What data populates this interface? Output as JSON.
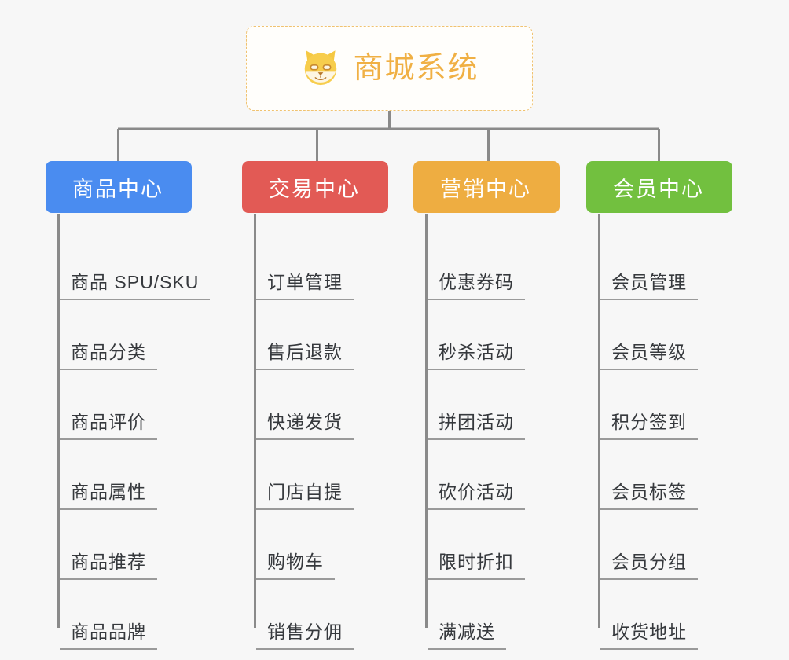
{
  "root": {
    "title": "商城系统",
    "icon": "shiba-dog-face-icon",
    "border_color": "#f0c270",
    "text_color": "#f0b044"
  },
  "canvas": {
    "background": "#f7f7f7",
    "connector_color": "#8a8a8a",
    "leaf_underline_color": "#9a9a9a"
  },
  "columns": [
    {
      "id": "product-center",
      "title": "商品中心",
      "color": "#4a8cf0",
      "items": [
        {
          "label": "商品 SPU/SKU"
        },
        {
          "label": "商品分类"
        },
        {
          "label": "商品评价"
        },
        {
          "label": "商品属性"
        },
        {
          "label": "商品推荐"
        },
        {
          "label": "商品品牌"
        }
      ]
    },
    {
      "id": "trade-center",
      "title": "交易中心",
      "color": "#e25a55",
      "items": [
        {
          "label": "订单管理"
        },
        {
          "label": "售后退款"
        },
        {
          "label": "快递发货"
        },
        {
          "label": "门店自提"
        },
        {
          "label": "购物车"
        },
        {
          "label": "销售分佣"
        }
      ]
    },
    {
      "id": "marketing-center",
      "title": "营销中心",
      "color": "#eead41",
      "items": [
        {
          "label": "优惠券码"
        },
        {
          "label": "秒杀活动"
        },
        {
          "label": "拼团活动"
        },
        {
          "label": "砍价活动"
        },
        {
          "label": "限时折扣"
        },
        {
          "label": "满减送"
        }
      ]
    },
    {
      "id": "member-center",
      "title": "会员中心",
      "color": "#72c03f",
      "items": [
        {
          "label": "会员管理"
        },
        {
          "label": "会员等级"
        },
        {
          "label": "积分签到"
        },
        {
          "label": "会员标签"
        },
        {
          "label": "会员分组"
        },
        {
          "label": "收货地址"
        }
      ]
    }
  ]
}
